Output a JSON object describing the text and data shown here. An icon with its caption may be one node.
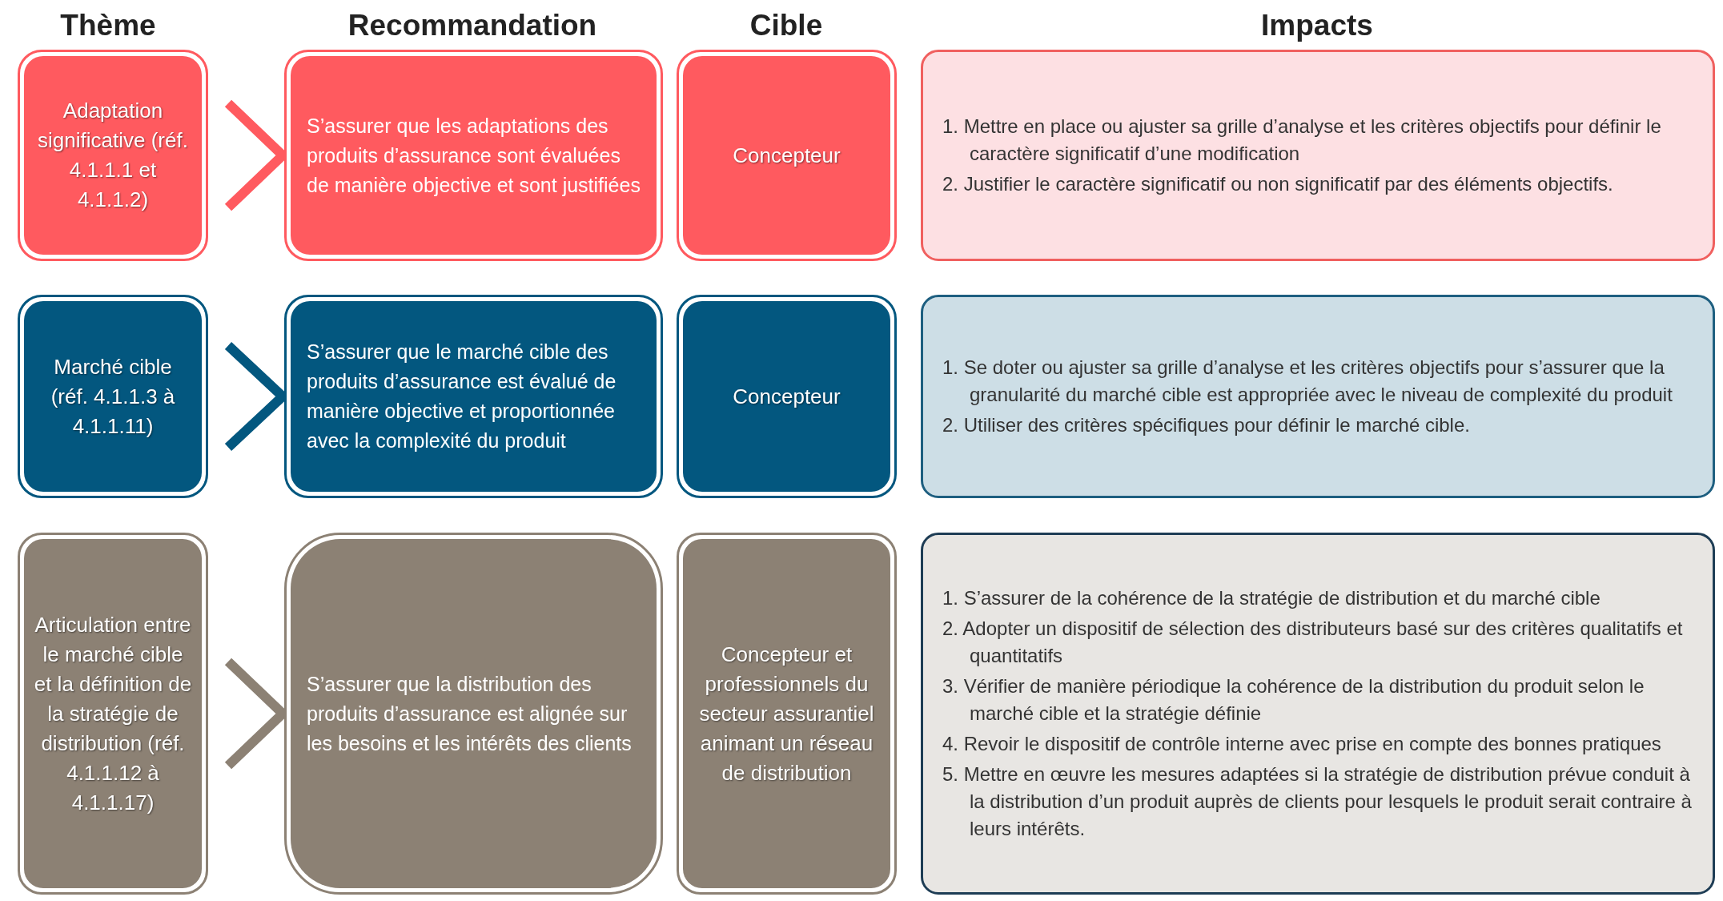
{
  "diagram": {
    "nodes": [
      {
        "text": [
          "Adaptation significative (réf. 4.1.1.1 et 4.1.1.2)"
        ]
      },
      {
        "text": [
          "S’assurer que les adaptations des produits d’assurance sont évaluées de manière objective et sont justifiées"
        ]
      },
      {
        "text": [
          "Concepteur"
        ]
      },
      {
        "text": [
          "1.  Mettre en place ou ajuster sa grille d’analyse et les critères objectifs pour définir le caractère significatif d’une modification",
          "2. Justifier le caractère significatif ou non significatif par des éléments objectifs."
        ]
      },
      {
        "text": [
          "Marché cible (réf. 4.1.1.3 à 4.1.1.11)"
        ]
      },
      {
        "text": [
          "S’assurer que le marché cible des produits d’assurance  est évalué de manière objective et proportionnée avec la complexité du produit"
        ]
      },
      {
        "text": [
          "Concepteur"
        ]
      },
      {
        "text": [
          "1. Se doter ou ajuster sa grille d’analyse et les critères objectifs pour s’assurer que la granularité du marché cible est appropriée avec le niveau de complexité du produit",
          "2. Utiliser des critères spécifiques pour définir le marché cible."
        ]
      },
      {
        "text": [
          "Articulation entre le marché cible et la définition de la stratégie de distribution (réf. 4.1.1.12 à 4.1.1.17)"
        ]
      },
      {
        "text": [
          "S’assurer que la distribution des produits d’assurance est alignée sur les besoins et les intérêts des clients"
        ]
      },
      {
        "text": [
          "Concepteur et professionnels du secteur assurantiel animant un réseau de distribution"
        ]
      },
      {
        "text": [
          "1. S’assurer de la cohérence de la stratégie de distribution et du marché cible",
          "2. Adopter un dispositif de sélection des distributeurs basé sur des critères qualitatifs et quantitatifs",
          "3. Vérifier de manière périodique la cohérence de la distribution du produit  selon le marché cible et la stratégie définie",
          "4. Revoir le dispositif de contrôle interne avec prise en compte des bonnes pratiques",
          "5. Mettre en œuvre les mesures adaptées si la stratégie de distribution prévue conduit à la distribution d’un produit auprès de clients pour lesquels le produit serait contraire à leurs intérêts."
        ]
      }
    ],
    "edges": [
      {
        "from": 0,
        "to": 1,
        "arrow": "to",
        "color": "#ff5a5f"
      },
      {
        "from": 4,
        "to": 5,
        "arrow": "to",
        "color": "#03577f"
      },
      {
        "from": 8,
        "to": 9,
        "arrow": "to",
        "color": "#8c8174"
      }
    ],
    "labels": [
      "Thème",
      "Recommandation",
      "Cible",
      "Impacts"
    ]
  }
}
